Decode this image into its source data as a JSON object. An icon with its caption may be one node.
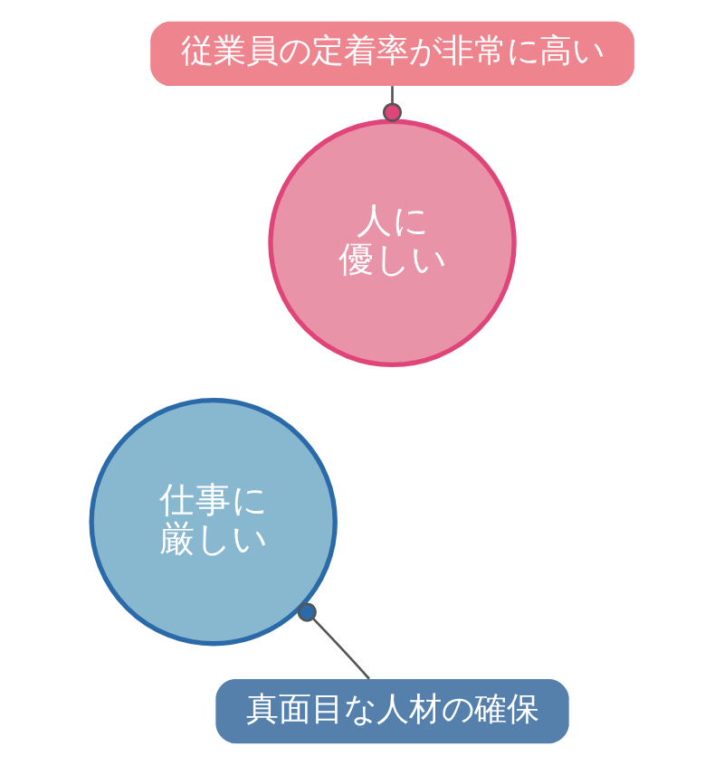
{
  "diagram": {
    "nodes": [
      {
        "text": [
          "従業員の定着率が非常に高い"
        ]
      },
      {
        "text": [
          "人に優しい"
        ]
      },
      {
        "text": [
          "仕事に厳しい"
        ]
      },
      {
        "text": [
          "真面目な人材の確保"
        ]
      }
    ],
    "edges": [
      {
        "from": 0,
        "to": 1,
        "arrow": "other"
      },
      {
        "from": 3,
        "to": 2,
        "arrow": "other"
      }
    ]
  }
}
